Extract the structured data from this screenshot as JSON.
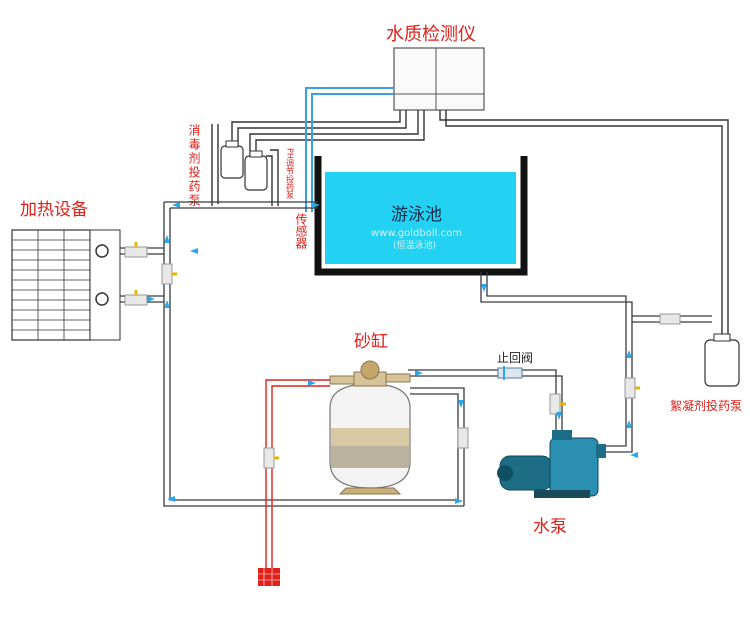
{
  "labels": {
    "water_quality_monitor": "水质检测仪",
    "heating_equipment": "加热设备",
    "disinfectant_pump": "消毒剂投药泵",
    "ph_pump": "PH调节投药泵",
    "sensor": "传感器",
    "pool": "游泳池",
    "pool_watermark_url": "www.goldboll.com",
    "pool_watermark_sub": "(恒温泳池)",
    "sand_filter": "砂缸",
    "check_valve": "止回阀",
    "flocculant_pump": "絮凝剂投药泵",
    "water_pump": "水泵"
  },
  "colors": {
    "pipe": "#3a3a3a",
    "pool_water": "#23d2f2",
    "pool_wall": "#111111",
    "label_red": "#e0211b",
    "drain": "#e0211b",
    "sensor_line": "#3aa0e0",
    "flow_arrow": "#2aa7e8",
    "valve_handle": "#e8b400",
    "pump_body": "#1d6d86"
  },
  "icons": {
    "flow": "flow-arrow-icon",
    "valve": "valve-icon",
    "gauge": "pressure-gauge-icon"
  }
}
